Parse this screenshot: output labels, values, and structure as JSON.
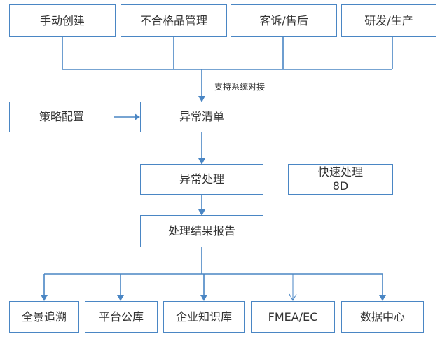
{
  "nodes": {
    "manual": "手动创建",
    "nonconforming": "不合格品管理",
    "complaint": "客诉/售后",
    "rnd": "研发/生产",
    "strategy": "策略配置",
    "exception_list": "异常清单",
    "exception_handling": "异常处理",
    "quick_handling_line1": "快速处理",
    "quick_handling_line2": "8D",
    "result_report": "处理结果报告",
    "panorama": "全景追溯",
    "platform_library": "平台公库",
    "knowledge_base": "企业知识库",
    "fmea": "FMEA/EC",
    "data_center": "数据中心"
  },
  "edge_labels": {
    "system_integration": "支持系统对接"
  },
  "colors": {
    "line": "#4a86c4",
    "text": "#333333"
  }
}
